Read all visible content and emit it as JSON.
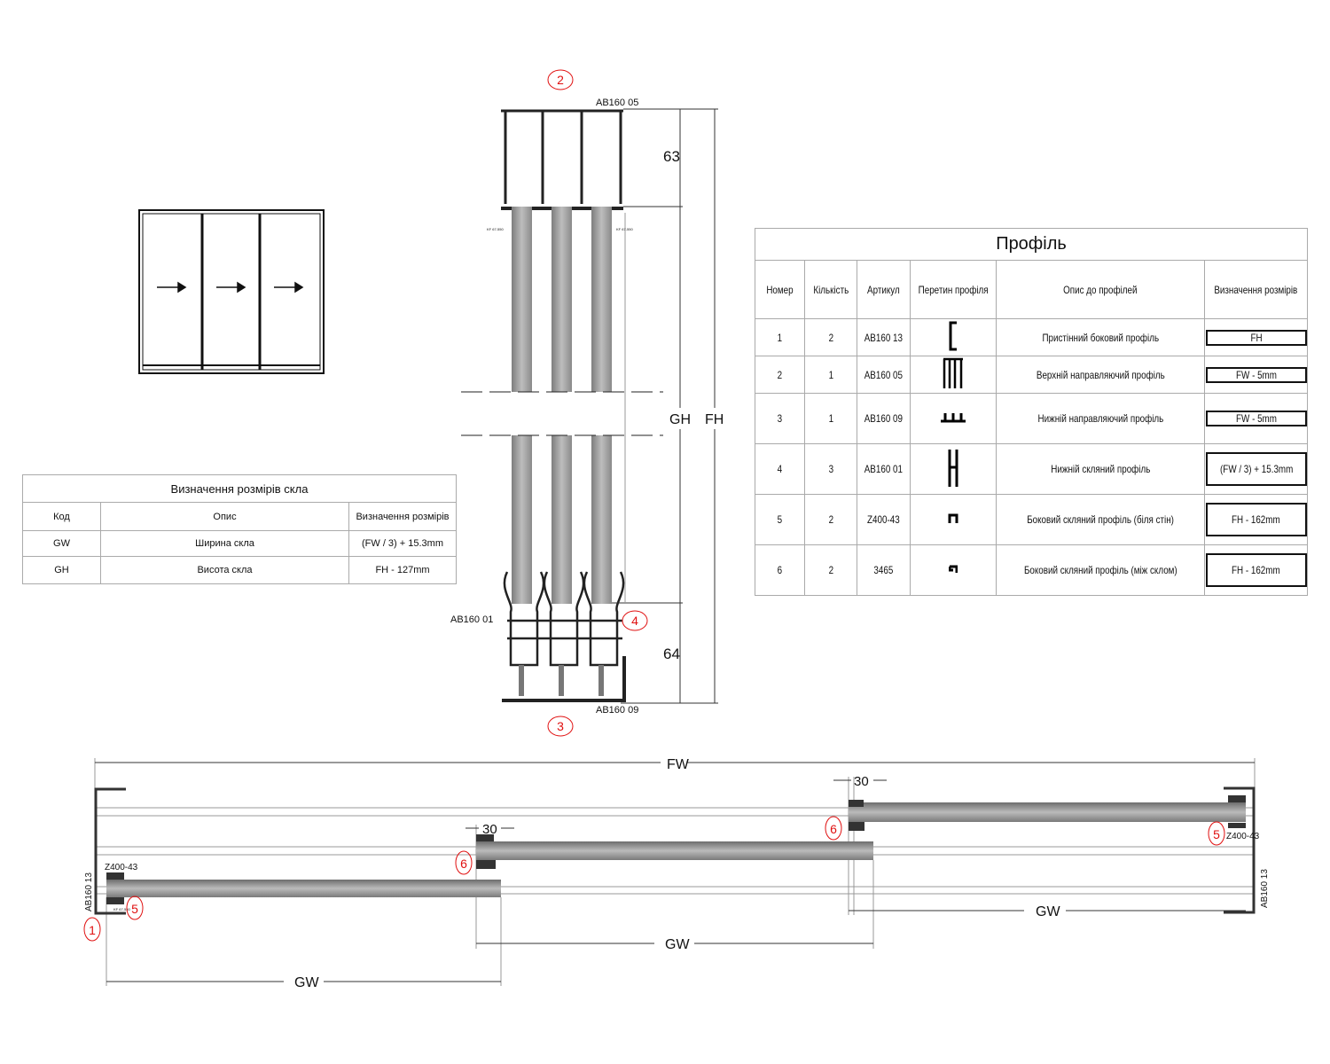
{
  "labels": {
    "top_profile": "AB160 05",
    "bottom_glass_profile": "AB160 01",
    "bottom_profile": "AB160 09",
    "seal_left": "KF 67-550",
    "seal_right": "KF 67-550",
    "dim_top": "63",
    "dim_bottom": "64",
    "gh": "GH",
    "fh": "FH",
    "fw": "FW",
    "gw": "GW",
    "gap": "30",
    "side_profile": "AB160 13",
    "side_glass_profile": "Z400-43",
    "seal_small": "KF 67-550"
  },
  "callouts": [
    "1",
    "2",
    "3",
    "4",
    "5",
    "6"
  ],
  "profile_table": {
    "title": "Профіль",
    "headers": [
      "Номер",
      "Кількість",
      "Артикул",
      "Перетин профіля",
      "Опис до профілей",
      "Визначення розмірів"
    ],
    "rows": [
      {
        "num": "1",
        "qty": "2",
        "article": "AB160 13",
        "desc": "Пристінний боковий профіль",
        "size": "FH"
      },
      {
        "num": "2",
        "qty": "1",
        "article": "AB160 05",
        "desc": "Верхній направляючий профіль",
        "size": "FW - 5mm"
      },
      {
        "num": "3",
        "qty": "1",
        "article": "AB160 09",
        "desc": "Нижній направляючий профіль",
        "size": "FW - 5mm"
      },
      {
        "num": "4",
        "qty": "3",
        "article": "AB160 01",
        "desc": "Нижній скляний профіль",
        "size": "(FW / 3) + 15.3mm"
      },
      {
        "num": "5",
        "qty": "2",
        "article": "Z400-43",
        "desc": "Боковий скляний профіль (біля стін)",
        "size": "FH - 162mm"
      },
      {
        "num": "6",
        "qty": "2",
        "article": "3465",
        "desc": "Боковий скляний профіль (між склом)",
        "size": "FH - 162mm"
      }
    ]
  },
  "glass_table": {
    "title": "Визначення розмірів скла",
    "headers": [
      "Код",
      "Опис",
      "Визначення розмірів"
    ],
    "rows": [
      {
        "code": "GW",
        "desc": "Ширина скла",
        "size": "(FW / 3) + 15.3mm"
      },
      {
        "code": "GH",
        "desc": "Висота скла",
        "size": "FH - 127mm"
      }
    ]
  },
  "colors": {
    "callout": "#e01010",
    "glass": "#9a9a9a",
    "profile": "#333333"
  }
}
